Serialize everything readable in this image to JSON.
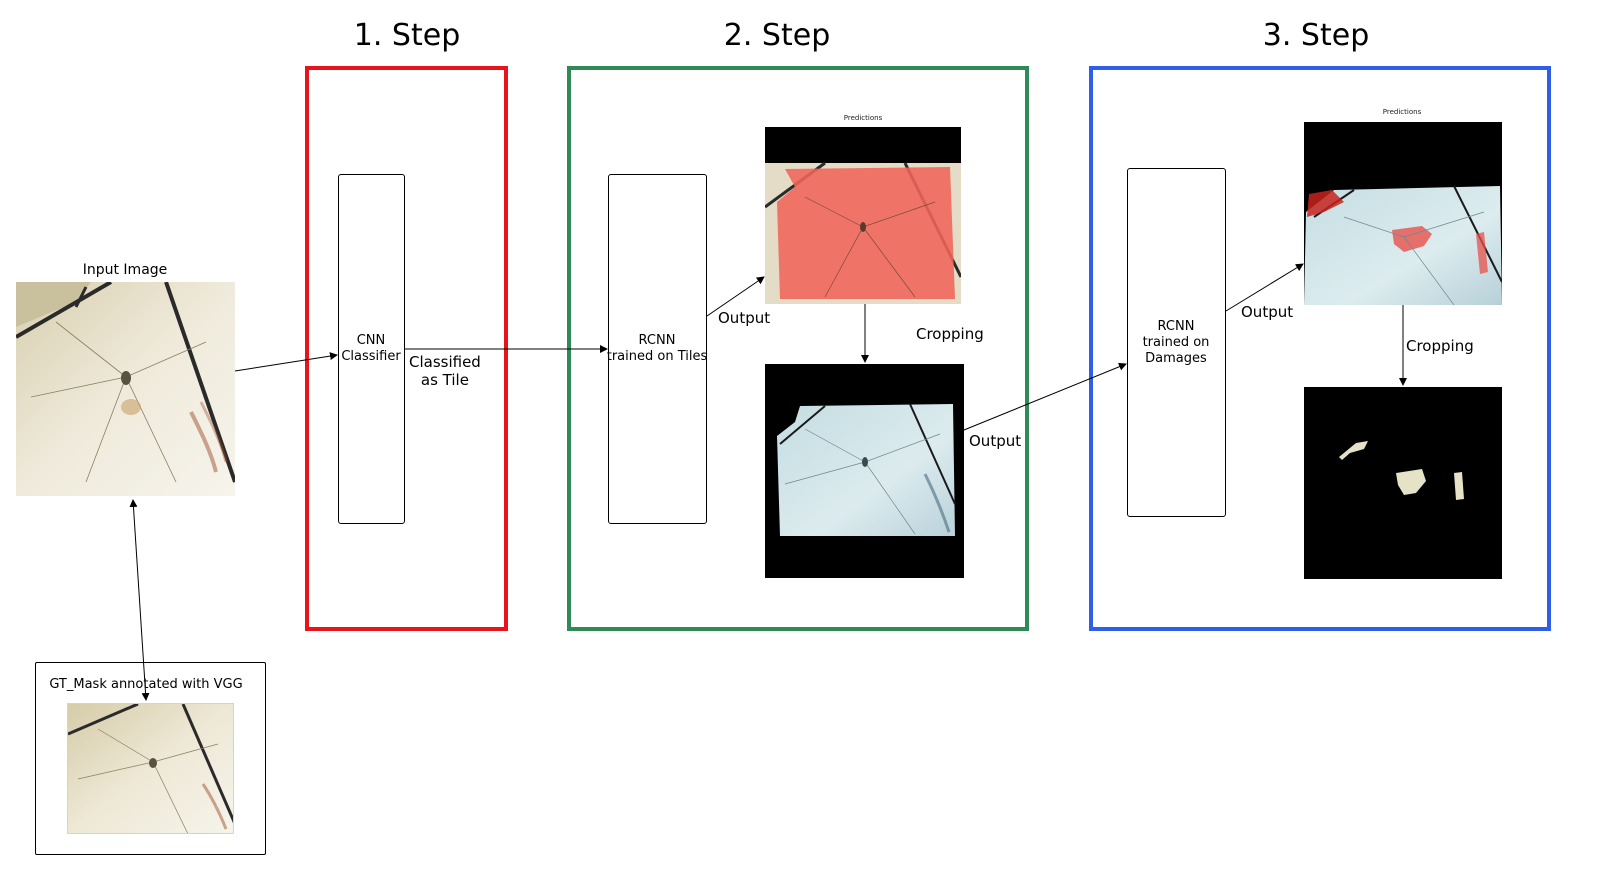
{
  "steps": {
    "step1": {
      "title": "1. Step",
      "border_color": "#e8141c"
    },
    "step2": {
      "title": "2. Step",
      "border_color": "#2e8b57"
    },
    "step3": {
      "title": "3. Step",
      "border_color": "#2f5fe8"
    }
  },
  "input": {
    "title": "Input Image",
    "gt_mask_title": "GT_Mask annotated with VGG"
  },
  "models": {
    "cnn": "CNN\nClassifier",
    "rcnn_tiles": "RCNN\ntrained on Tiles",
    "rcnn_damages": "RCNN\ntrained on\nDamages"
  },
  "edge_labels": {
    "classified": "Classified\nas Tile",
    "output_step2": "Output",
    "cropping_step2": "Cropping",
    "output_to_step3": "Output",
    "output_step3": "Output",
    "cropping_step3": "Cropping"
  },
  "panels": {
    "predictions_step2": "Predictions",
    "predictions_step3": "Predictions"
  },
  "colors": {
    "tile_base": "#e4dcc6",
    "tile_light": "#f2eee0",
    "grout": "#2a2a2a",
    "pred_overlay": "#f0645a",
    "cropped_tile": "#cfe3e6",
    "cropped_dark": "#000000",
    "damage_red": "#e8504a",
    "damage_crop": "#e6e2c8",
    "gt_border": "#e8e05a"
  },
  "icons": [
    "arrow-icon"
  ]
}
